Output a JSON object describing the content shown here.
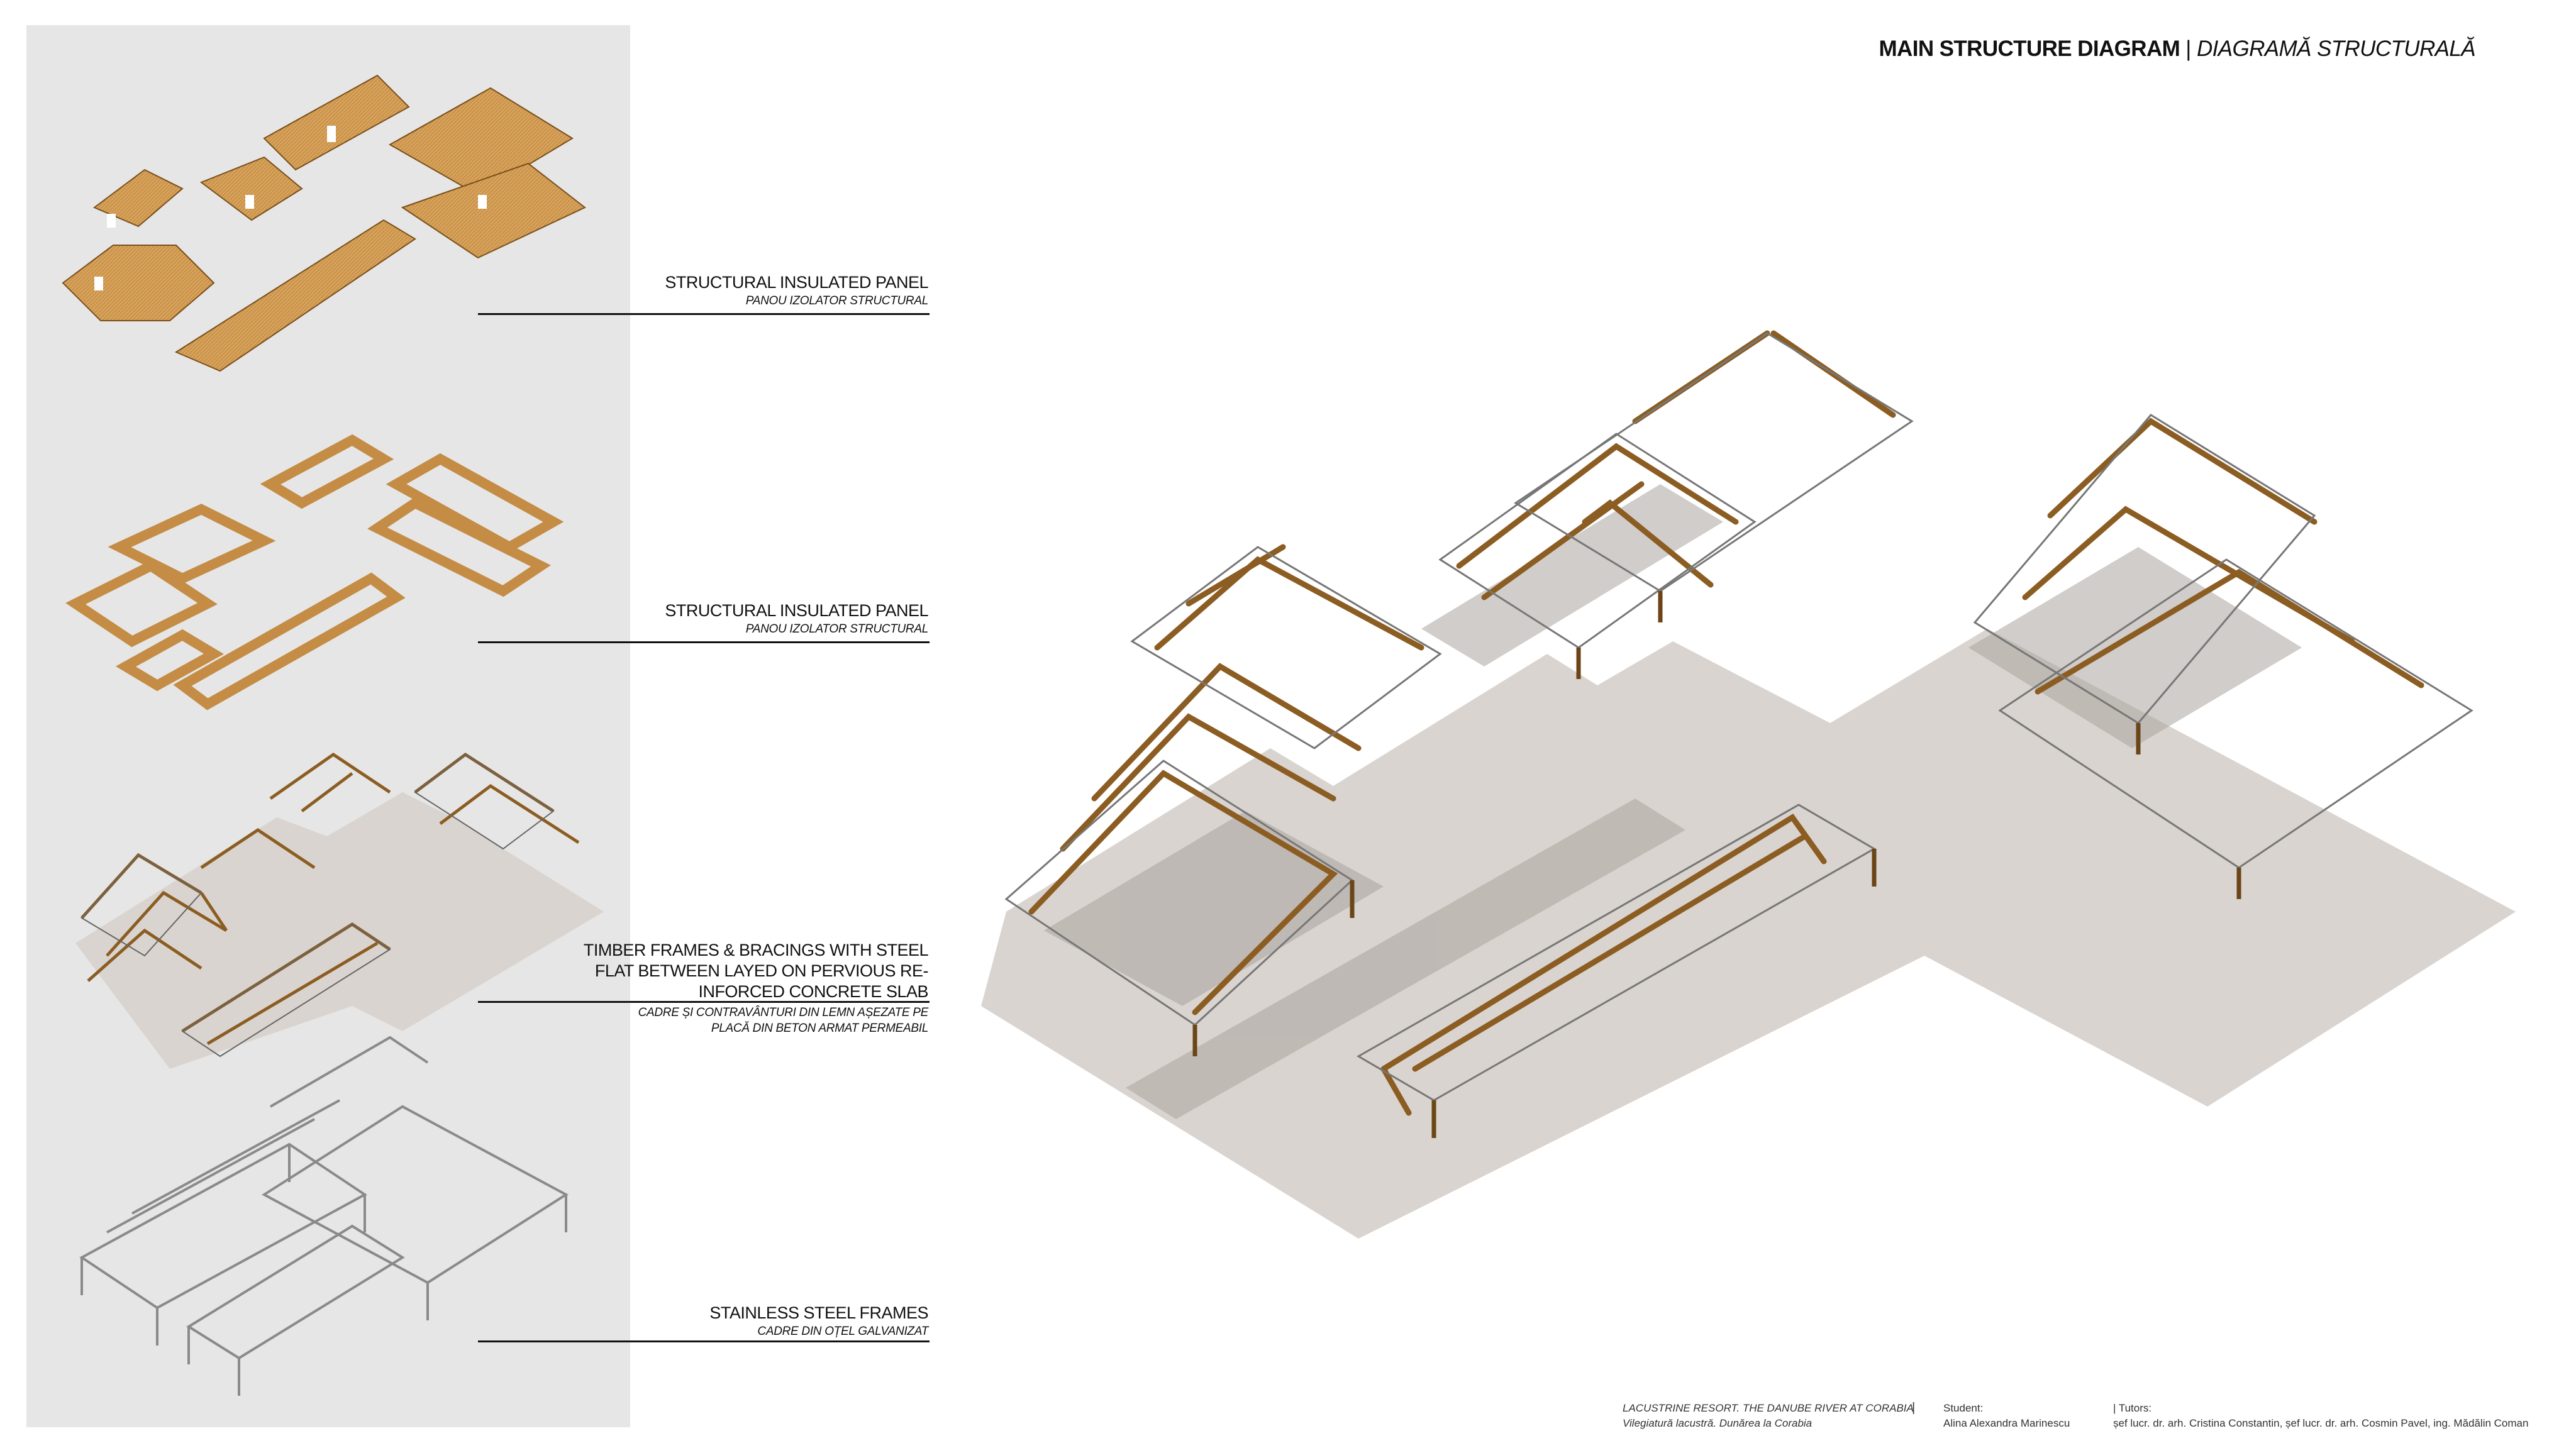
{
  "title": {
    "main": "MAIN STRUCTURE DIAGRAM",
    "separator": " | ",
    "sub": "DIAGRAMĂ STRUCTURALĂ"
  },
  "layers": [
    {
      "main": "STRUCTURAL INSULATED PANEL",
      "sub": "PANOU IZOLATOR STRUCTURAL"
    },
    {
      "main": "STRUCTURAL INSULATED PANEL",
      "sub": "PANOU IZOLATOR STRUCTURAL"
    },
    {
      "main_lines": [
        "TIMBER FRAMES & BRACINGS WITH STEEL",
        "FLAT BETWEEN LAYED ON PERVIOUS RE-",
        "INFORCED CONCRETE SLAB"
      ],
      "sub_lines": [
        "CADRE ȘI CONTRAVÂNTURI DIN LEMN AȘEZATE PE",
        "PLACĂ DIN BETON ARMAT PERMEABIL"
      ]
    },
    {
      "main": "STAINLESS STEEL FRAMES",
      "sub": "CADRE DIN OȚEL GALVANIZAT"
    }
  ],
  "footer": {
    "project_en": "LACUSTRINE RESORT. THE DANUBE RIVER AT CORABIA",
    "project_ro": "Vilegiatură lacustră. Dunărea la Corabia",
    "student_label": "Student:",
    "student_name": "Alina Alexandra Marinescu",
    "tutors_label": "| Tutors:",
    "tutors_names": "șef lucr. dr. arh. Cristina Constantin, șef lucr. dr. arh. Cosmin Pavel, ing. Mădălin Coman",
    "divider": "|"
  },
  "colors": {
    "timber": "#a97a3e",
    "timber_dark": "#5a3a14",
    "panel": "#d6a25b",
    "panel_dark": "#8a5a22",
    "slab": "#d9d4cf",
    "steel": "#9a9a9a",
    "sidebar_bg": "#e6e6e6"
  }
}
